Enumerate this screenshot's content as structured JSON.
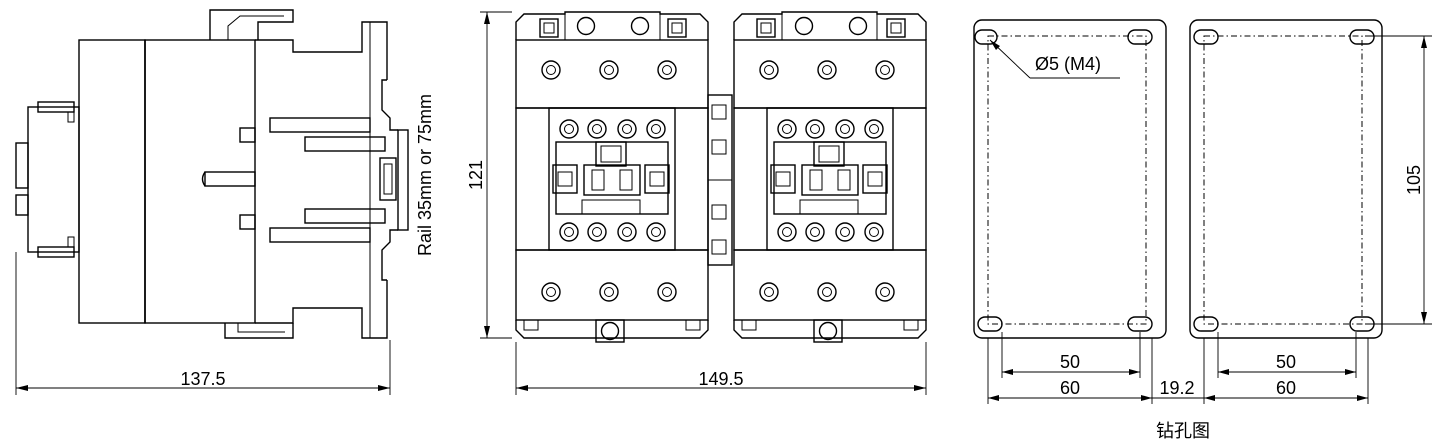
{
  "dimensions": {
    "side_width": "137.5",
    "front_width": "149.5",
    "front_height": "121",
    "rail_note": "Rail 35mm or 75mm",
    "hole_dia": "Ø5 (M4)",
    "hole_vertical": "105",
    "hole_inner_left": "50",
    "hole_outer_left": "60",
    "hole_gap": "19.2",
    "hole_inner_right": "50",
    "hole_outer_right": "60"
  },
  "caption": "钻孔图"
}
